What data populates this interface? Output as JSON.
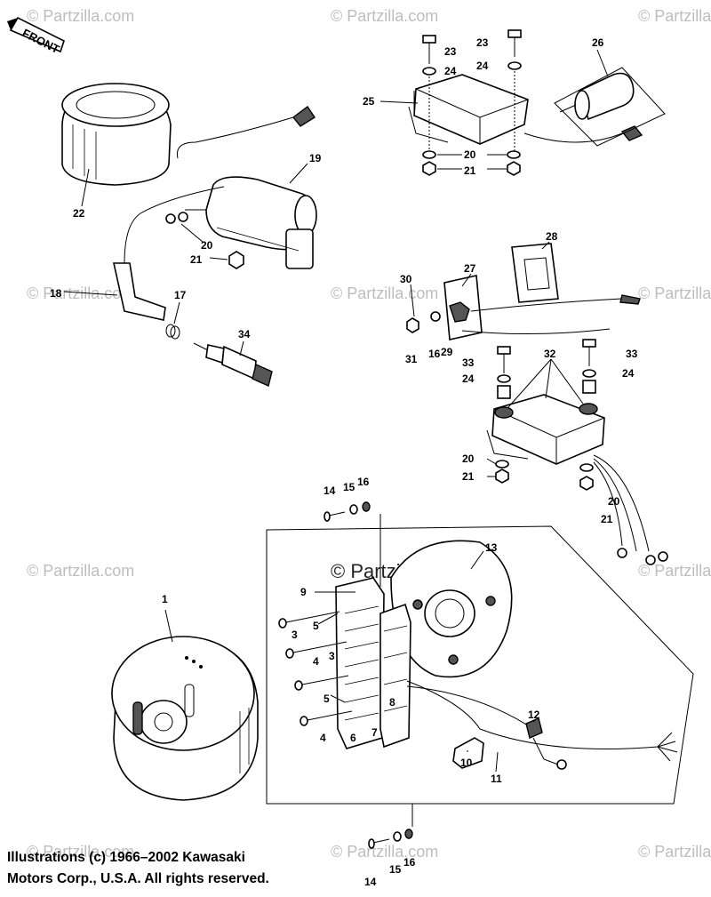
{
  "watermark": "© Partzilla.com",
  "front_label": "FRONT",
  "copyright_line1": "Illustrations (c) 1966–2002 Kawasaki",
  "copyright_line2": "Motors Corp., U.S.A.  All rights reserved.",
  "labels": {
    "p1": "1",
    "p3a": "3",
    "p3b": "3",
    "p4a": "4",
    "p4b": "4",
    "p5a": "5",
    "p5b": "5",
    "p6": "6",
    "p7": "7",
    "p8": "8",
    "p9": "9",
    "p10": "10",
    "p11": "11",
    "p12": "12",
    "p13": "13",
    "p14a": "14",
    "p14b": "14",
    "p15a": "15",
    "p15b": "15",
    "p16a": "16",
    "p16b": "16",
    "p16c": "16",
    "p17": "17",
    "p18": "18",
    "p19": "19",
    "p20a": "20",
    "p20b": "20",
    "p20c": "20",
    "p20d": "20",
    "p21a": "21",
    "p21b": "21",
    "p21c": "21",
    "p21d": "21",
    "p22": "22",
    "p23a": "23",
    "p23b": "23",
    "p24a": "24",
    "p24b": "24",
    "p24c": "24",
    "p24d": "24",
    "p25": "25",
    "p26": "26",
    "p27": "27",
    "p28": "28",
    "p29": "29",
    "p30": "30",
    "p31": "31",
    "p32": "32",
    "p33a": "33",
    "p33b": "33",
    "p34": "34"
  }
}
